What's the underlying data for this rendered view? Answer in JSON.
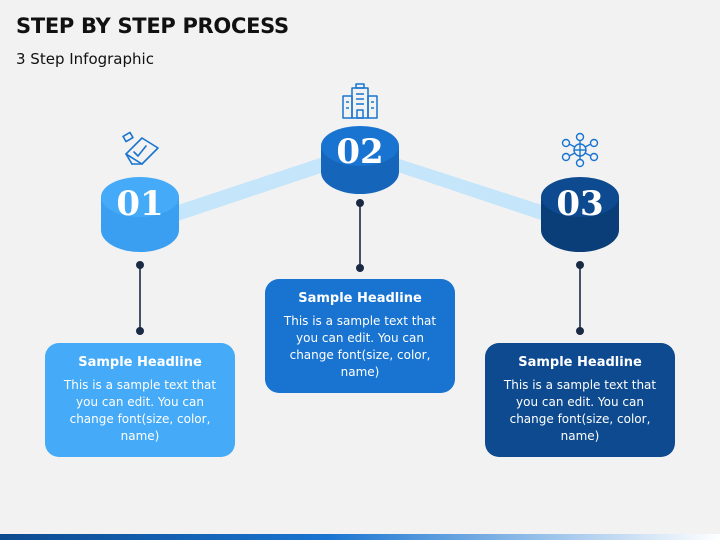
{
  "header": {
    "title": "STEP BY STEP PROCESS",
    "subtitle": "3 Step Infographic"
  },
  "steps": [
    {
      "number": "01",
      "icon": "clipboard-checklist-icon",
      "headline": "Sample Headline",
      "body": "This is a sample text that you can edit. You can change font(size, color, name)",
      "color": "#45aaf7"
    },
    {
      "number": "02",
      "icon": "office-building-icon",
      "headline": "Sample Headline",
      "body": "This is a sample text that you can edit. You can change font(size, color, name)",
      "color": "#1874d0"
    },
    {
      "number": "03",
      "icon": "money-network-icon",
      "headline": "Sample Headline",
      "body": "This is a sample text that you can edit. You can change font(size, color, name)",
      "color": "#0d4a8f"
    }
  ],
  "colors": {
    "connector_beam": "#bfe3fb",
    "lead_line": "#1a2a44",
    "icon_stroke": "#1874d0"
  }
}
